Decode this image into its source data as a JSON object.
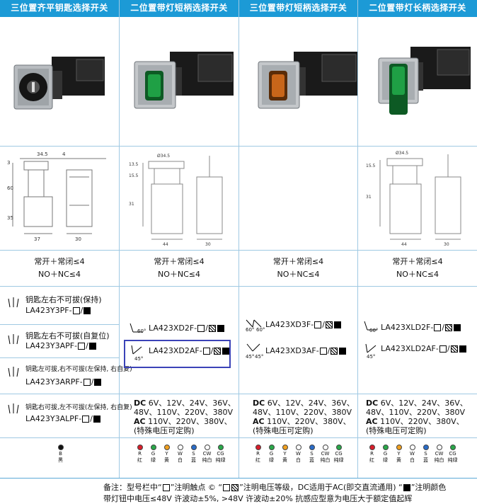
{
  "headers": [
    "三位置齐平钥匙选择开关",
    "二位置带灯短柄选择开关",
    "三位置带灯短柄选择开关",
    "二位置带灯长柄选择开关"
  ],
  "dimensions": {
    "col1": {
      "top": "34.5",
      "side": "4",
      "h1": "3",
      "h2": "60",
      "h3": "35",
      "w1": "37",
      "w2": "30"
    },
    "col2": {
      "top": "Ø34.5",
      "h1": "13.5",
      "h2": "15.5",
      "h3": "31",
      "w1": "44",
      "w2": "30"
    },
    "col3": {
      "top": "Ø34.5",
      "h1": "15.5",
      "h2": "31",
      "w1": "44",
      "w2": "30"
    }
  },
  "contacts": {
    "line1": "常开＋常闭≤4",
    "line2": "NO＋NC≤4"
  },
  "col1_rows": [
    {
      "desc": "钥匙左右不可拔(保持)",
      "model": "LA423Y3PF-"
    },
    {
      "desc": "钥匙左右不可拔(自复位)",
      "model": "LA423Y3APF-"
    },
    {
      "desc": "钥匙左可拔,右不可拔(左保持, 右自复)",
      "model": "LA423Y3ARPF-"
    },
    {
      "desc": "钥匙右可拔,左不可拔(左保持, 右自复)",
      "model": "LA423Y3ALPF-"
    }
  ],
  "col2_models": [
    "LA423XD2F-",
    "LA423XD2AF-"
  ],
  "col3_models": [
    "LA423XD3F-",
    "LA423XD3AF-"
  ],
  "col4_models": [
    "LA423XLD2F-",
    "LA423XLD2AF-"
  ],
  "angles": {
    "a60": "60°",
    "a45": "45°"
  },
  "voltage": {
    "dc_label": "DC",
    "dc_values": "6V、12V、24V、36V、",
    "dc_values2": "48V、110V、220V、380V",
    "ac_label": "AC",
    "ac_values": "110V、220V、380V、",
    "special": "(特殊电压可定购)"
  },
  "key_color": {
    "letter": "B",
    "name": "黑"
  },
  "lamp_colors": [
    {
      "code": "R",
      "name": "红",
      "color": "#d81e2a"
    },
    {
      "code": "G",
      "name": "绿",
      "color": "#2aa84a"
    },
    {
      "code": "Y",
      "name": "黄",
      "color": "#f0a020"
    },
    {
      "code": "W",
      "name": "白",
      "color": "#ffffff"
    },
    {
      "code": "S",
      "name": "蓝",
      "color": "#2a6cc8"
    },
    {
      "code": "CW",
      "name": "纯白",
      "color": "#ffffff"
    },
    {
      "code": "CG",
      "name": "纯绿",
      "color": "#2aa84a"
    }
  ],
  "footer": {
    "line1a": "备注：型号栏中“",
    "line1b": "”注明触点 ©  “",
    "line1c": "”注明电压等级，DC适用于AC(即交直流通用) “",
    "line1d": "”注明颜色",
    "line2": "带灯钮中电压≤48V 许波动±5%, >48V 许波动±20%     抗感应型意为电压大于额定值起辉"
  }
}
